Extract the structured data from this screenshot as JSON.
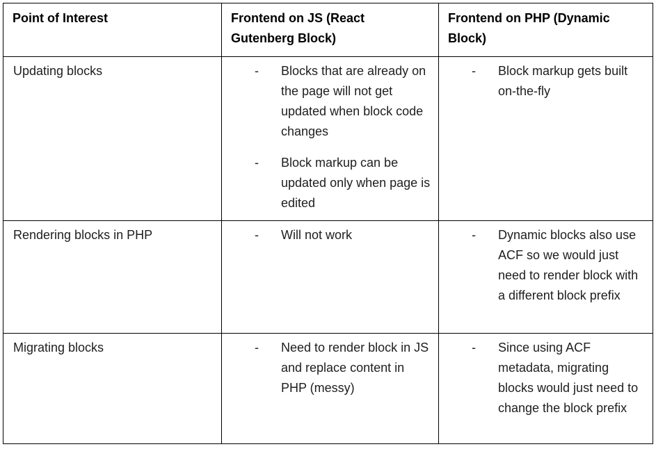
{
  "colors": {
    "border": "#000000",
    "text": "#1e1e1e",
    "header_text": "#000000",
    "background": "#ffffff"
  },
  "table": {
    "bullet_char": "-",
    "headers": [
      "Point of Interest",
      "Frontend on JS (React Gutenberg Block)",
      "Frontend on PHP (Dynamic Block)"
    ],
    "rows": [
      {
        "point": "Updating blocks",
        "js": [
          "Blocks that are already on the page will not get updated when block code changes",
          "Block markup can be updated only when page is edited"
        ],
        "php": [
          "Block markup gets built on-the-fly"
        ]
      },
      {
        "point": "Rendering blocks in PHP",
        "js": [
          "Will not work"
        ],
        "php": [
          "Dynamic blocks also use ACF so we would just need to render block with a different block prefix"
        ]
      },
      {
        "point": "Migrating blocks",
        "js": [
          "Need to render block in JS and replace content in PHP (messy)"
        ],
        "php": [
          "Since using ACF metadata, migrating blocks would just need to change the block prefix"
        ]
      }
    ]
  }
}
